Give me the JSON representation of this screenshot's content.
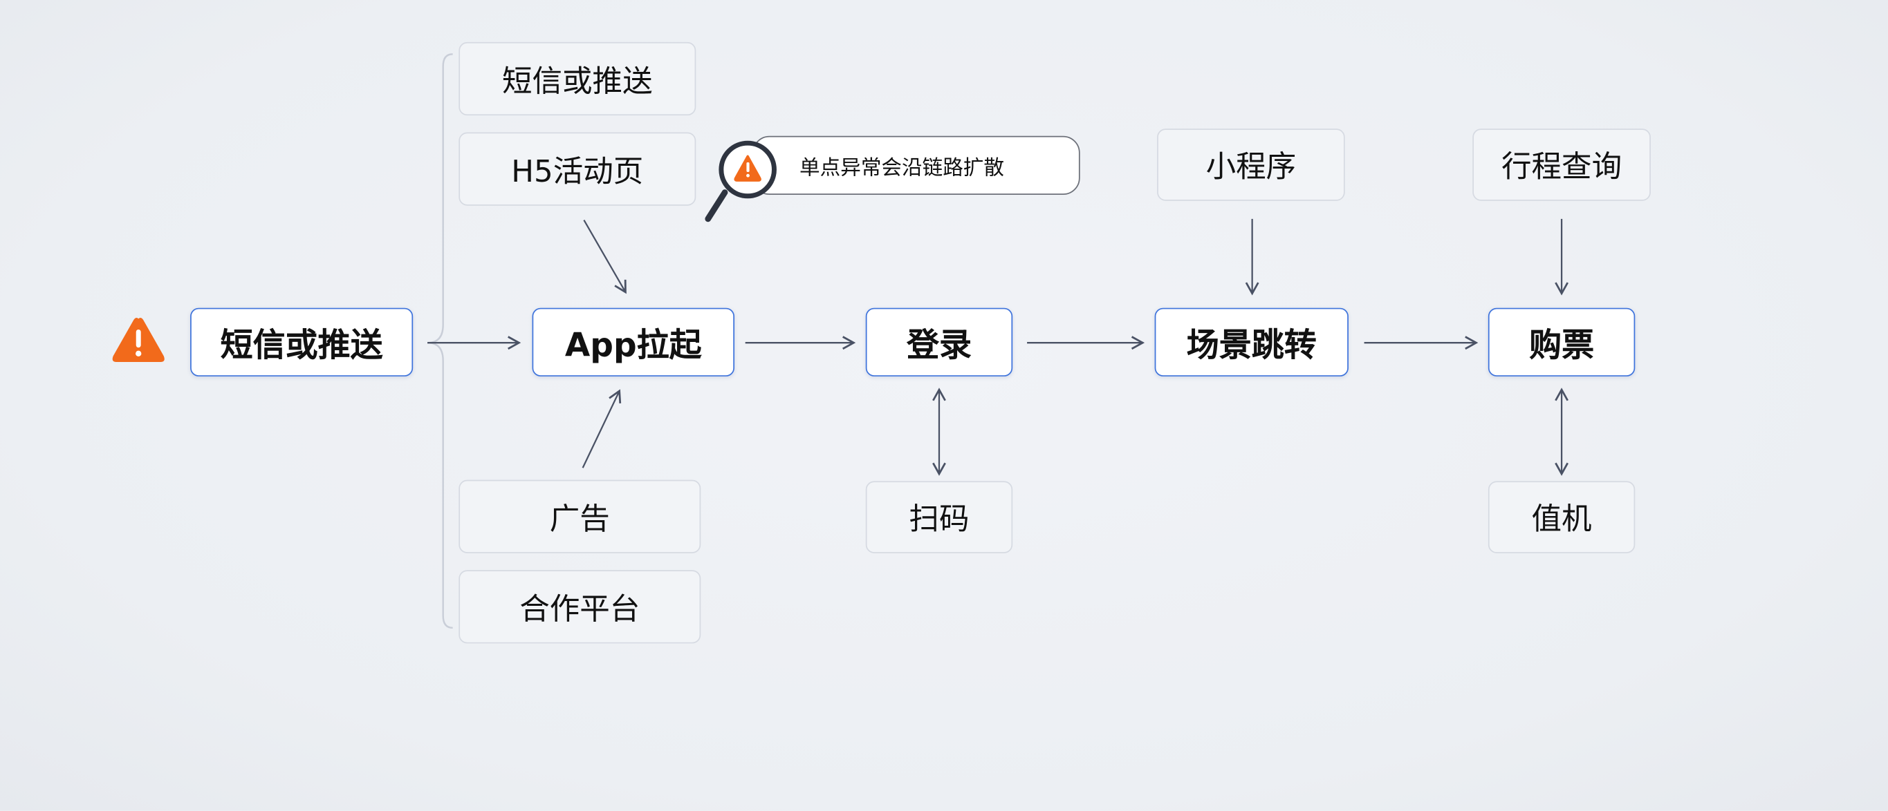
{
  "diagram": {
    "origin_node": "短信或推送",
    "entry_sources_top": [
      "短信或推送",
      "H5活动页"
    ],
    "entry_sources_bottom": [
      "广告",
      "合作平台"
    ],
    "main_flow": [
      "App拉起",
      "登录",
      "场景跳转",
      "购票"
    ],
    "secondary": {
      "login_linked": "扫码",
      "scene_input": "小程序",
      "ticket_input": "行程查询",
      "ticket_linked": "值机"
    },
    "callout": "单点异常会沿链路扩散",
    "colors": {
      "main_border": "#3f74dc",
      "warning": "#f26a1b",
      "arrow": "#4a5265"
    }
  }
}
